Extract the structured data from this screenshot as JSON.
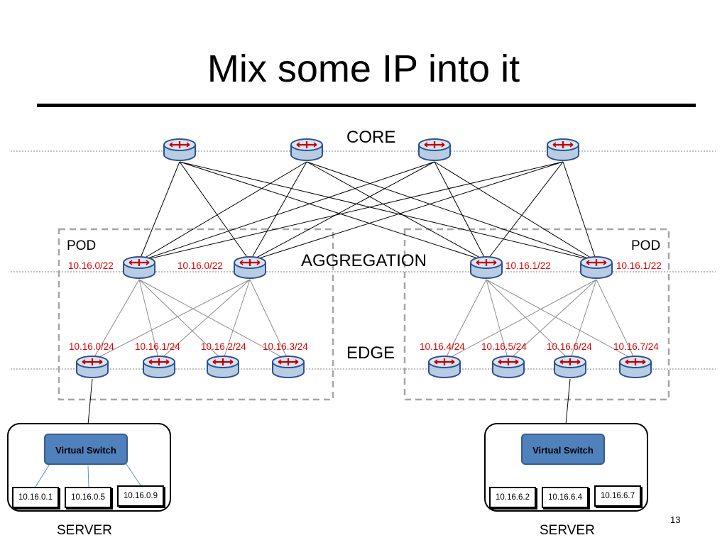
{
  "title": "Mix some IP into it",
  "layers": {
    "core": "CORE",
    "aggregation": "AGGREGATION",
    "edge": "EDGE"
  },
  "pods": [
    {
      "label": "POD"
    },
    {
      "label": "POD"
    }
  ],
  "aggregation_prefixes": [
    "10.16.0/22",
    "10.16.0/22",
    "10.16.1/22",
    "10.16.1/22"
  ],
  "edge_prefixes": [
    "10.16.0/24",
    "10.16.1/24",
    "10.16.2/24",
    "10.16.3/24",
    "10.16.4/24",
    "10.16.5/24",
    "10.16.6/24",
    "10.16.7/24"
  ],
  "servers": [
    {
      "label": "SERVER",
      "switch": "Virtual Switch",
      "hosts": [
        "10.16.0.1",
        "10.16.0.5",
        "10.16.0.9"
      ]
    },
    {
      "label": "SERVER",
      "switch": "Virtual Switch",
      "hosts": [
        "10.16.6.2",
        "10.16.6.4",
        "10.16.6.7"
      ]
    }
  ],
  "page_number": "13",
  "colors": {
    "router_fill": "#dbe5f1",
    "router_stroke": "#2f528f",
    "router_cross": "#c00000",
    "prefix_text": "#e00000",
    "switch_fill": "#4f81bd",
    "pod_border": "#a6a6a6"
  }
}
